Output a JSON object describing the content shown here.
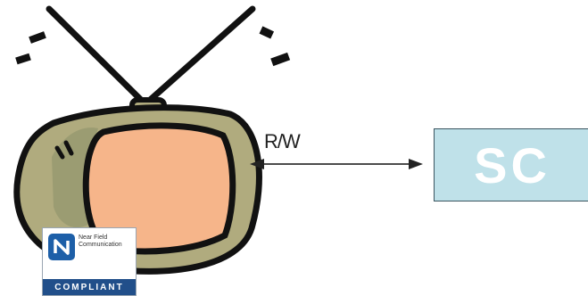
{
  "labels": {
    "connection": "R/W",
    "secure_chip": "SC"
  },
  "badge": {
    "name_lines": [
      "Near Field",
      "Communication"
    ],
    "compliance_text": "COMPLIANT"
  },
  "colors": {
    "tv_body": "#b0ab7e",
    "tv_screen": "#f6b58a",
    "outline": "#111111",
    "sc_box_fill": "#bfe1e9",
    "badge_bar": "#214f8a",
    "nfc_logo": "#1d5fa8"
  },
  "icons": {
    "television": "retro-tv-icon",
    "connector": "double-headed-arrow",
    "badge_logo": "nfc-n-mark-icon"
  }
}
